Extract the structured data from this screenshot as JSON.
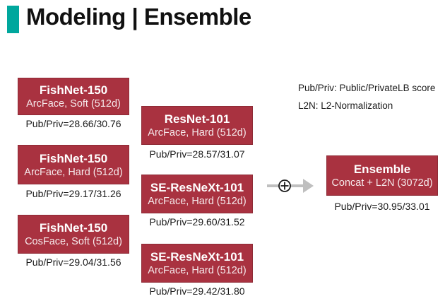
{
  "slide": {
    "title": "Modeling | Ensemble",
    "accent_color": "#00A79D",
    "box_color": "#A93240"
  },
  "legend": {
    "line1": "Pub/Priv: Public/PrivateLB score",
    "line2": "L2N: L2-Normalization"
  },
  "columns": {
    "left": [
      {
        "name": "FishNet-150",
        "config": "ArcFace, Soft (512d)",
        "score": "Pub/Priv=28.66/30.76"
      },
      {
        "name": "FishNet-150",
        "config": "ArcFace, Hard (512d)",
        "score": "Pub/Priv=29.17/31.26"
      },
      {
        "name": "FishNet-150",
        "config": "CosFace, Soft (512d)",
        "score": "Pub/Priv=29.04/31.56"
      }
    ],
    "middle": [
      {
        "name": "ResNet-101",
        "config": "ArcFace, Hard (512d)",
        "score": "Pub/Priv=28.57/31.07"
      },
      {
        "name": "SE-ResNeXt-101",
        "config": "ArcFace, Hard (512d)",
        "score": "Pub/Priv=29.60/31.52"
      },
      {
        "name": "SE-ResNeXt-101",
        "config": "ArcFace, Hard (512d)",
        "score": "Pub/Priv=29.42/31.80"
      }
    ]
  },
  "ensemble": {
    "name": "Ensemble",
    "config": "Concat + L2N (3072d)",
    "score": "Pub/Priv=30.95/33.01"
  },
  "arrow": {
    "icon": "circled-plus",
    "color": "#BFBFBF"
  }
}
